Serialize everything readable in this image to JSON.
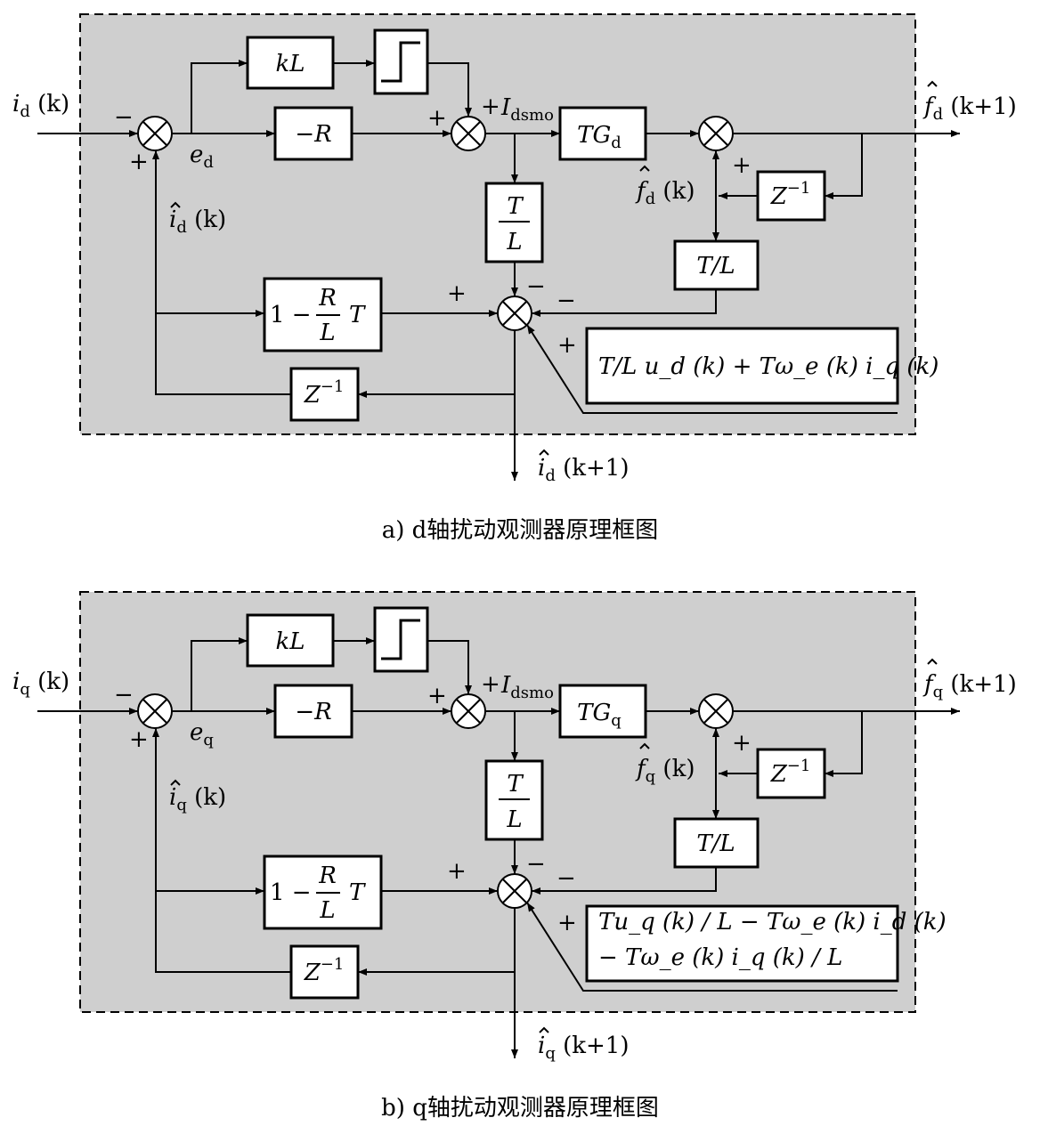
{
  "diagrams": [
    {
      "input_label": "i_d (k)",
      "in_base": "i",
      "in_sub": "d",
      "in_arg": "(k)",
      "e_base": "e",
      "e_sub": "d",
      "i_hat_base": "i",
      "i_hat_sub": "d",
      "i_hat_arg": "(k)",
      "i_hat_next_arg": "(k+1)",
      "f_base": "f",
      "f_sub": "d",
      "f_arg": "(k)",
      "f_out_arg": "(k+1)",
      "kL": "kL",
      "minus_R": "−R",
      "TG_base": "TG",
      "TG_sub": "d",
      "I_base": "I",
      "I_sub": "dsmo",
      "T_over_L_frac_num": "T",
      "T_over_L_frac_den": "L",
      "T_slash_L": "T/L",
      "z_inv_base": "Z",
      "z_inv_exp": "−1",
      "one_minus": "1 −",
      "frac_R": "R",
      "frac_L": "L",
      "frac_T": "T",
      "input_box_lines": [
        "T/L u_d (k) + Tω_e (k) i_q (k)"
      ],
      "caption": "a) d轴扰动观测器原理框图"
    },
    {
      "input_label": "i_q (k)",
      "in_base": "i",
      "in_sub": "q",
      "in_arg": "(k)",
      "e_base": "e",
      "e_sub": "q",
      "i_hat_base": "i",
      "i_hat_sub": "q",
      "i_hat_arg": "(k)",
      "i_hat_next_arg": "(k+1)",
      "f_base": "f",
      "f_sub": "q",
      "f_arg": "(k)",
      "f_out_arg": "(k+1)",
      "kL": "kL",
      "minus_R": "−R",
      "TG_base": "TG",
      "TG_sub": "q",
      "I_base": "I",
      "I_sub": "dsmo",
      "T_over_L_frac_num": "T",
      "T_over_L_frac_den": "L",
      "T_slash_L": "T/L",
      "z_inv_base": "Z",
      "z_inv_exp": "−1",
      "one_minus": "1 −",
      "frac_R": "R",
      "frac_L": "L",
      "frac_T": "T",
      "input_box_lines": [
        "Tu_q (k) / L − Tω_e (k) i_d (k)",
        "− Tω_e (k) i_q (k) / L"
      ],
      "caption": "b) q轴扰动观测器原理框图"
    }
  ],
  "signs": {
    "plus": "+",
    "minus": "−"
  }
}
